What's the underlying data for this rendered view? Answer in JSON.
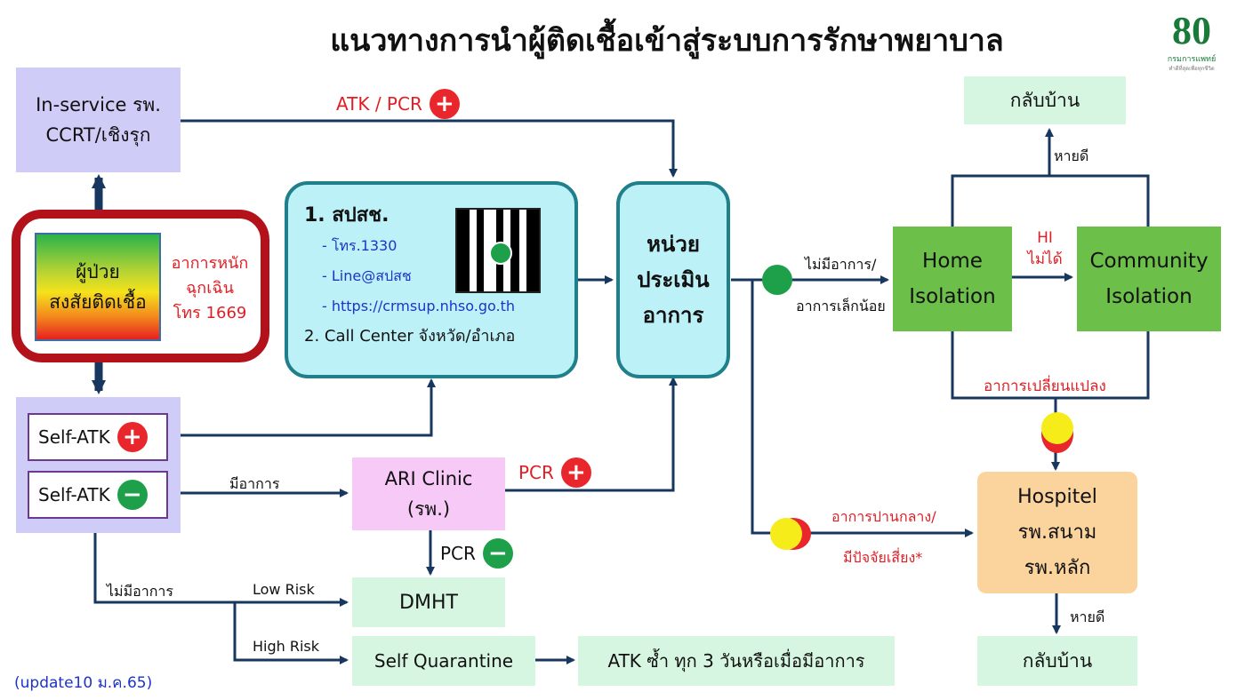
{
  "title": "แนวทางการนำผู้ติดเชื้อเข้าสู่ระบบการรักษาพยาบาล",
  "logo": {
    "number": "80",
    "org": "กรมการแพทย์",
    "slogan": "ทำดีที่สุดเพื่อทุกชีวิต"
  },
  "in_service": {
    "line1": "In-service รพ.",
    "line2": "CCRT/เชิงรุก"
  },
  "patient": {
    "line1": "ผู้ป่วย",
    "line2": "สงสัยติดเชื้อ"
  },
  "emergency": {
    "line1": "อาการหนัก",
    "line2": "ฉุกเฉิน",
    "line3": "โทร 1669"
  },
  "nhso": {
    "heading": "1. สปสช.",
    "tel": "- โทร.1330",
    "line": "- Line@สปสช",
    "url": "- https://crmsup.nhso.go.th",
    "call_center": "2. Call Center จังหวัด/อำเภอ",
    "qr_icon": "line-qr-code"
  },
  "assess": {
    "line1": "หน่วย",
    "line2": "ประเมิน",
    "line3": "อาการ"
  },
  "atk_pcr_label": "ATK / PCR",
  "self_atk_pos": "Self-ATK",
  "self_atk_neg": "Self-ATK",
  "symptomatic": "มีอาการ",
  "no_symptom": "ไม่มีอาการ",
  "low_risk": "Low Risk",
  "high_risk": "High Risk",
  "ari": {
    "line1": "ARI Clinic",
    "line2": "(รพ.)"
  },
  "pcr_pos": "PCR",
  "pcr_neg": "PCR",
  "dmht": "DMHT",
  "self_quarantine": "Self Quarantine",
  "atk_repeat": "ATK ซ้ำ ทุก 3 วันหรือเมื่อมีอาการ",
  "mild": {
    "line1": "ไม่มีอาการ/",
    "line2": "อาการเล็กน้อย"
  },
  "moderate": {
    "line1": "อาการปานกลาง/",
    "line2": "มีปัจจัยเสี่ยง*"
  },
  "home_isolation": {
    "line1": "Home",
    "line2": "Isolation"
  },
  "hi_fail": {
    "line1": "HI",
    "line2": "ไม่ได้"
  },
  "community_isolation": {
    "line1": "Community",
    "line2": "Isolation"
  },
  "recovered_top": "หายดี",
  "home_top": "กลับบ้าน",
  "symptom_change": "อาการเปลี่ยนแปลง",
  "hospitel": {
    "line1": "Hospitel",
    "line2": "รพ.สนาม",
    "line3": "รพ.หลัก"
  },
  "recovered_bottom": "หายดี",
  "home_bottom": "กลับบ้าน",
  "update_note": "(update10 ม.ค.65)",
  "colors": {
    "arrow": "#17375e",
    "green_dot": "#1ea04a",
    "yellow_dot": "#f5ec1a",
    "red_dot": "#e8262b"
  }
}
